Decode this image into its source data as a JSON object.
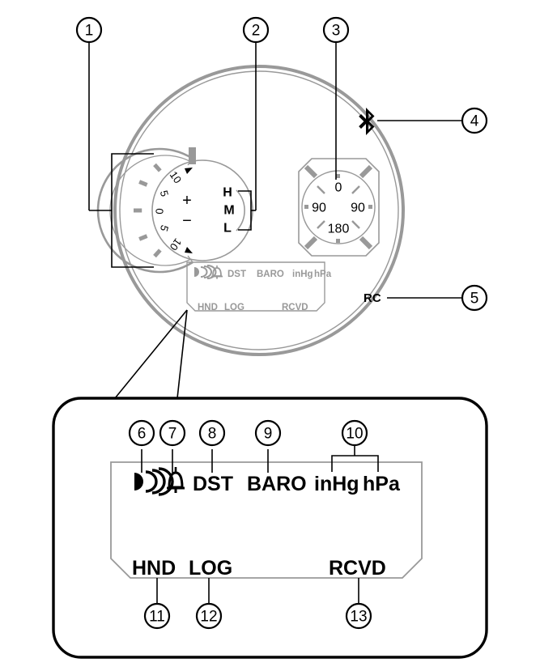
{
  "figure": {
    "title": "Watch face component callout diagram",
    "colors": {
      "line_black": "#000000",
      "gray": "#999999",
      "lcd_text_inactive": "#999999",
      "background": "#ffffff"
    }
  },
  "callouts": [
    {
      "id": "1",
      "number": "1",
      "target": "rotating-bezel-scale",
      "style": "bracket-left"
    },
    {
      "id": "2",
      "number": "2",
      "target": "hml-indicator",
      "style": "bracket-right"
    },
    {
      "id": "3",
      "number": "3",
      "target": "compass-dial",
      "style": "line"
    },
    {
      "id": "4",
      "number": "4",
      "target": "bluetooth-indicator",
      "style": "line"
    },
    {
      "id": "5",
      "number": "5",
      "target": "rc-indicator",
      "style": "line"
    },
    {
      "id": "6",
      "number": "6",
      "target": "signal-icon",
      "style": "line"
    },
    {
      "id": "7",
      "number": "7",
      "target": "alarm-bell-icon",
      "style": "line"
    },
    {
      "id": "8",
      "number": "8",
      "target": "dst-indicator",
      "style": "line"
    },
    {
      "id": "9",
      "number": "9",
      "target": "baro-indicator",
      "style": "line"
    },
    {
      "id": "10",
      "number": "10",
      "target": "pressure-unit-indicators",
      "style": "bracket-top"
    },
    {
      "id": "11",
      "number": "11",
      "target": "hnd-indicator",
      "style": "line"
    },
    {
      "id": "12",
      "number": "12",
      "target": "log-indicator",
      "style": "line"
    },
    {
      "id": "13",
      "number": "13",
      "target": "rcvd-indicator",
      "style": "line"
    }
  ],
  "watch": {
    "bezel_dial": {
      "name": "rotating-bezel-scale",
      "tick_labels": [
        "10",
        "5",
        "0",
        "5",
        "10"
      ],
      "plus_symbol": "+",
      "minus_symbol": "−",
      "marker_symbol": "▶"
    },
    "mode_indicator": {
      "name": "hml-indicator",
      "options": [
        "H",
        "M",
        "L"
      ],
      "selected": "M"
    },
    "compass": {
      "name": "compass-dial",
      "labels": [
        "0",
        "90",
        "90",
        "180"
      ],
      "north": "0",
      "east": "90",
      "south": "180",
      "west": "90"
    },
    "bluetooth": {
      "name": "bluetooth-indicator",
      "icon": "bluetooth-icon",
      "glyph": "ᛒ"
    },
    "rc": {
      "name": "rc-indicator",
      "label": "RC"
    },
    "lcd_small": {
      "top_row": [
        "DST",
        "BARO",
        "inHg",
        "hPa"
      ],
      "bottom_row": [
        "HND",
        "LOG",
        "RCVD"
      ],
      "icons": [
        "signal-icon",
        "alarm-bell-icon"
      ]
    }
  },
  "detail_panel": {
    "name": "lcd-detail-panel",
    "top_row": [
      {
        "name": "signal-icon",
        "type": "icon",
        "label": ""
      },
      {
        "name": "alarm-bell-icon",
        "type": "icon",
        "label": ""
      },
      {
        "name": "dst-indicator",
        "type": "text",
        "label": "DST"
      },
      {
        "name": "baro-indicator",
        "type": "text",
        "label": "BARO"
      },
      {
        "name": "inhg-indicator",
        "type": "text",
        "label": "inHg"
      },
      {
        "name": "hpa-indicator",
        "type": "text",
        "label": "hPa"
      }
    ],
    "bottom_row": [
      {
        "name": "hnd-indicator",
        "type": "text",
        "label": "HND"
      },
      {
        "name": "log-indicator",
        "type": "text",
        "label": "LOG"
      },
      {
        "name": "rcvd-indicator",
        "type": "text",
        "label": "RCVD"
      }
    ]
  }
}
